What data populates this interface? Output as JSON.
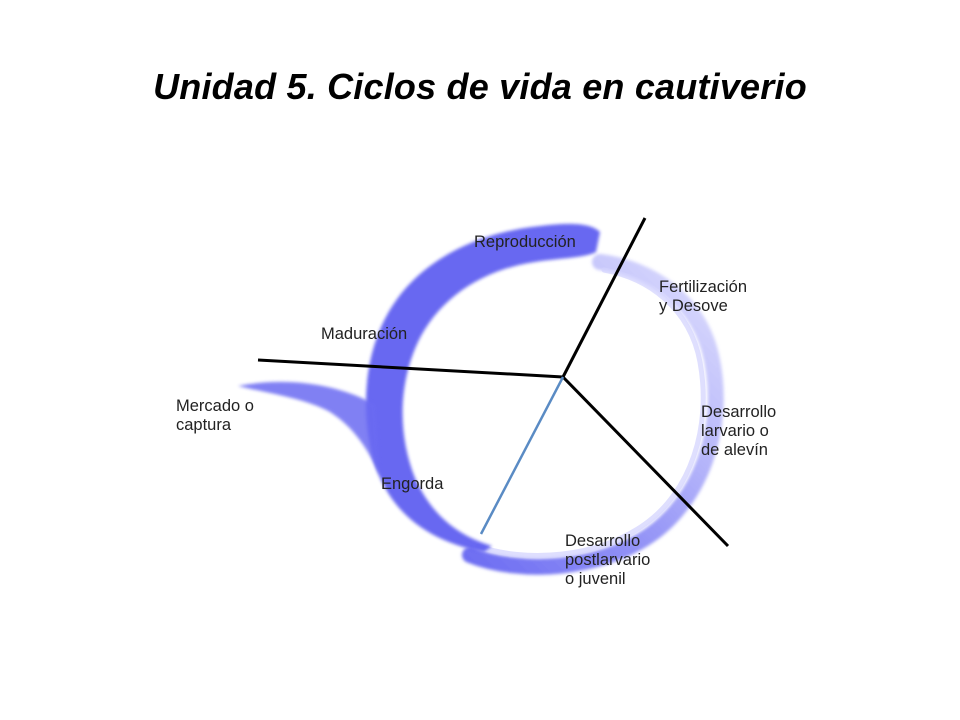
{
  "title": "Unidad 5. Ciclos de vida en cautiverio",
  "colors": {
    "arrow": "#5b5bf0",
    "arrow_light": "#b9b9fb",
    "divider": "#000000",
    "divider_blue": "#5a8bc4"
  },
  "stages": {
    "reproduccion": "Reproducción",
    "fertilizacion": [
      "Fertilización",
      "y Desove"
    ],
    "desarrollo_larvario": [
      "Desarrollo",
      "larvario o",
      "de alevín"
    ],
    "desarrollo_postlarvario": [
      "Desarrollo",
      "postlarvario",
      "o juvenil"
    ],
    "engorda": "Engorda",
    "maduracion": "Maduración",
    "mercado": [
      "Mercado o",
      "captura"
    ]
  }
}
